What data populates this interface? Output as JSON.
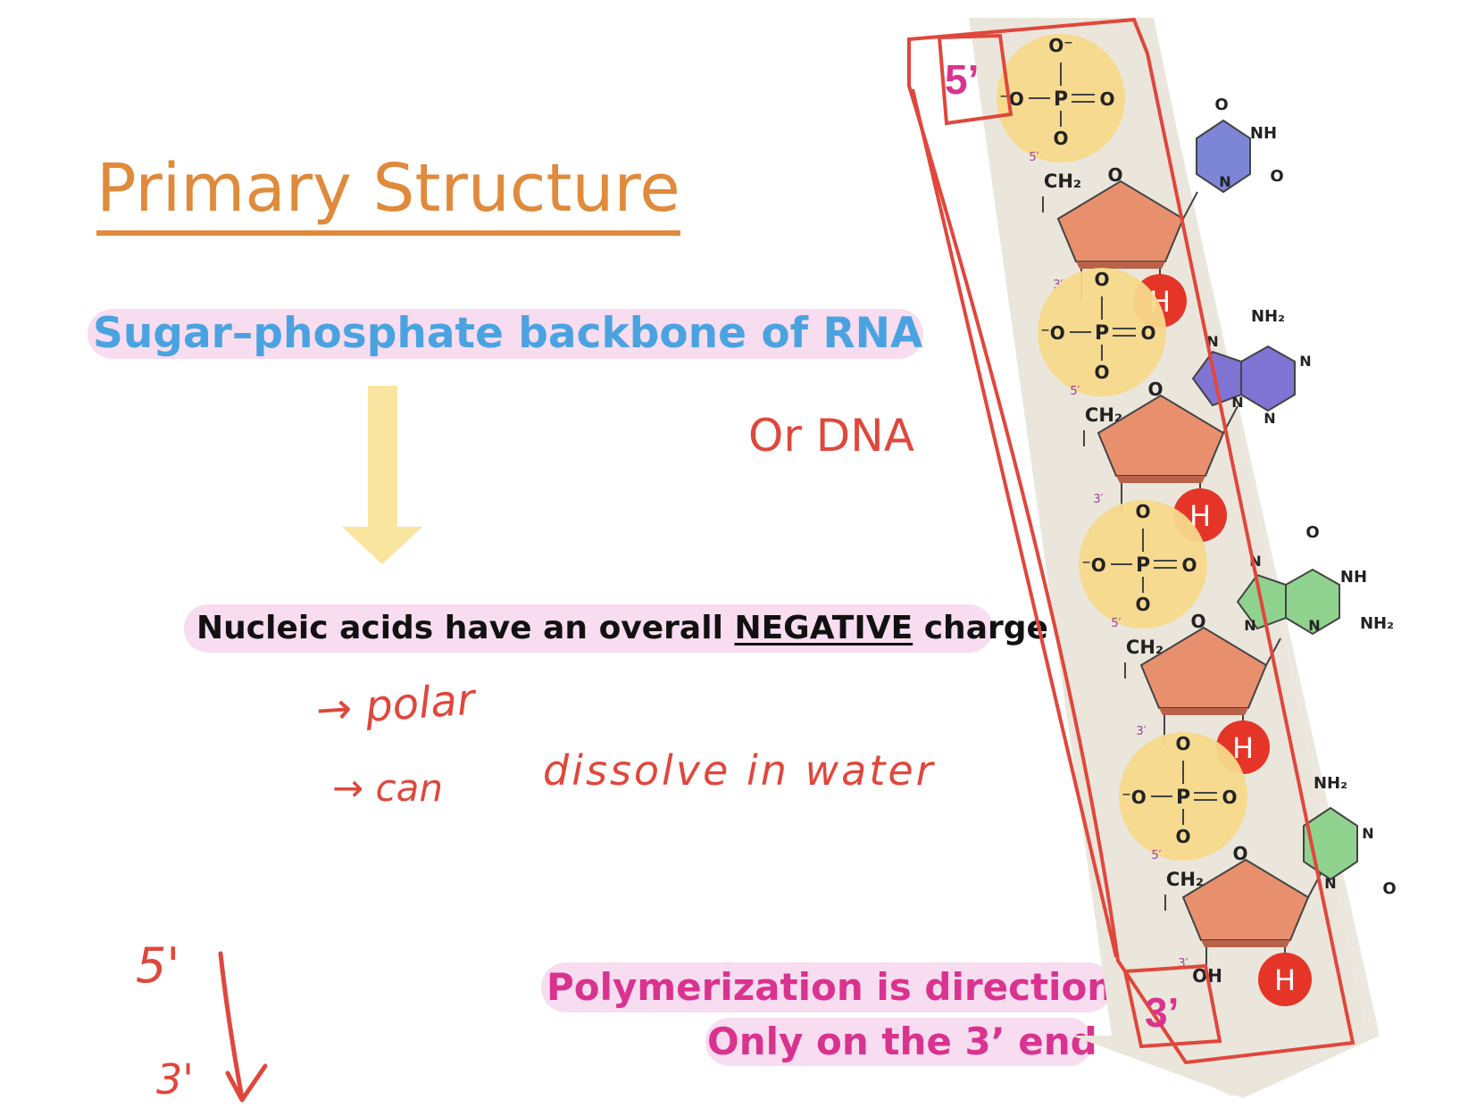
{
  "slide": {
    "title": "Primary Structure",
    "subtitle": "Sugar–phosphate backbone of RNA",
    "alt_label": "Or DNA",
    "charge_note_prefix": "Nucleic acids have an overall ",
    "charge_note_emph": "NEGATIVE",
    "charge_note_suffix": " charge",
    "polymerization_line1": "Polymerization is directional",
    "polymerization_line2": "Only on the 3’ end"
  },
  "handwriting": {
    "line1": "→ polar",
    "line2": "→ can",
    "line2b": "dissolve in water",
    "dir_top": "5'",
    "dir_bottom": "3'",
    "top_box": "5’",
    "bottom_box": "3’",
    "h_marker": "H"
  },
  "diagram": {
    "phosphate_o_minus_top": "O⁻",
    "phosphate_p": "P",
    "phosphate_o": "O",
    "phosphate_o_minus": "⁻O",
    "ch2": "CH₂",
    "ring_o": "O",
    "five_prime": "5′",
    "three_prime": "3′",
    "oh": "OH",
    "bases": [
      {
        "n1": "NH",
        "n2": "N",
        "o1": "O",
        "o2": "O"
      },
      {
        "top": "NH₂",
        "n1": "N",
        "n2": "N",
        "n3": "N",
        "n4": "N"
      },
      {
        "top": "O",
        "n1": "NH",
        "n2": "NH₂",
        "n3": "N",
        "n4": "N",
        "n5": "N"
      },
      {
        "top": "NH₂",
        "n1": "N",
        "n2": "N",
        "o": "O"
      }
    ]
  },
  "colors": {
    "title": "#e08a3c",
    "subtitle": "#4aa3e0",
    "red_ink": "#e0473c",
    "magenta": "#d9338f",
    "highlight": "#f8dcf0",
    "arrow_yellow": "#f9e4a0",
    "sugar": "#e8906e",
    "phosphate": "#f7d98a",
    "base_blue": "#7d86d6",
    "base_purple": "#7f74d4",
    "base_green": "#8fd38f",
    "h_marker": "#e53528"
  }
}
